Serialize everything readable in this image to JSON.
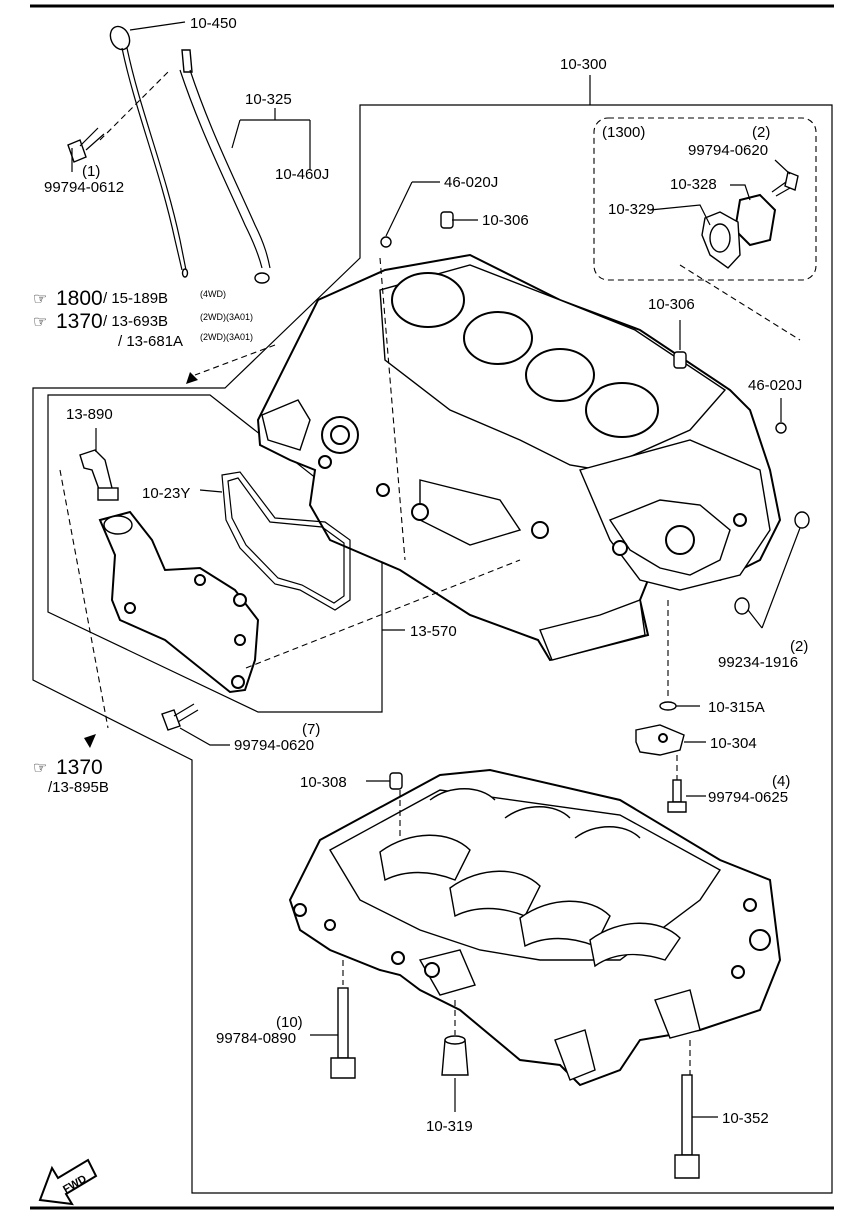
{
  "parts": {
    "p10_450": "10-450",
    "p10_325": "10-325",
    "p10_460J": "10-460J",
    "p10_300": "10-300",
    "p1300": "(1300)",
    "p99794_0620_top_qty": "(2)",
    "p99794_0620_top": "99794-0620",
    "p10_328": "10-328",
    "p10_329": "10-329",
    "p46_020J_a": "46-020J",
    "p10_306_a": "10-306",
    "p10_306_b": "10-306",
    "p46_020J_b": "46-020J",
    "p99794_0612_qty": "(1)",
    "p99794_0612": "99794-0612",
    "p13_890": "13-890",
    "p10_23Y": "10-23Y",
    "p13_570": "13-570",
    "p99234_1916_qty": "(2)",
    "p99234_1916": "99234-1916",
    "p10_315A": "10-315A",
    "p10_304": "10-304",
    "p99794_0620_bot_qty": "(7)",
    "p99794_0620_bot": "99794-0620",
    "p10_308": "10-308",
    "p99794_0625_qty": "(4)",
    "p99794_0625": "99794-0625",
    "p99784_0890_qty": "(10)",
    "p99784_0890": "99784-0890",
    "p10_319": "10-319",
    "p10_352": "10-352"
  },
  "refs": {
    "r1_num": "1800",
    "r1_text": "/ 15-189B",
    "r1_sup": "(4WD)",
    "r2_num": "1370",
    "r2_text": "/ 13-693B",
    "r2_sup": "(2WD)(3A01)",
    "r3_text": "/ 13-681A",
    "r3_sup": "(2WD)(3A01)",
    "r4_num": "1370",
    "r4_text": "/13-895B"
  },
  "fwd_label": "FWD"
}
